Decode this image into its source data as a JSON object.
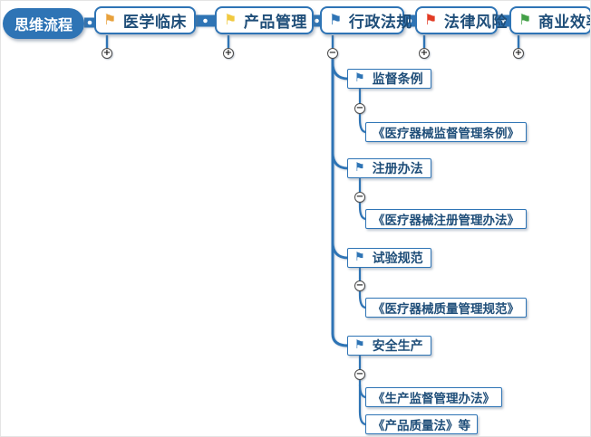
{
  "colors": {
    "line_blue": "#2E74B5",
    "text_navy": "#1F4E79",
    "root_bg": "#2E74B5",
    "expander_border": "#4a4a4a"
  },
  "root": {
    "label": "思维流程"
  },
  "top_nodes": [
    {
      "label": "医学临床",
      "flag": "flag-icon",
      "flag_color": "#E8A13C",
      "expander": "+"
    },
    {
      "label": "产品管理",
      "flag": "flag-icon",
      "flag_color": "#F1C93F",
      "expander": "+"
    },
    {
      "label": "行政法规",
      "flag": "flag-icon",
      "flag_color": "#2E74B5",
      "expander": "−"
    },
    {
      "label": "法律风险",
      "flag": "flag-icon",
      "flag_color": "#E23B24",
      "expander": "+"
    },
    {
      "label": "商业效率",
      "flag": "flag-icon",
      "flag_color": "#43A047",
      "expander": "+"
    }
  ],
  "admin_subtree": [
    {
      "label": "监督条例",
      "flag_color": "#2E74B5",
      "expander": "−",
      "leaves": [
        "《医疗器械监督管理条例》"
      ]
    },
    {
      "label": "注册办法",
      "flag_color": "#2E74B5",
      "expander": "−",
      "leaves": [
        "《医疗器械注册管理办法》"
      ]
    },
    {
      "label": "试验规范",
      "flag_color": "#2E74B5",
      "expander": "−",
      "leaves": [
        "《医疗器械质量管理规范》"
      ]
    },
    {
      "label": "安全生产",
      "flag_color": "#2E74B5",
      "expander": "−",
      "leaves": [
        "《生产监督管理办法》",
        "《产品质量法》等"
      ]
    }
  ]
}
